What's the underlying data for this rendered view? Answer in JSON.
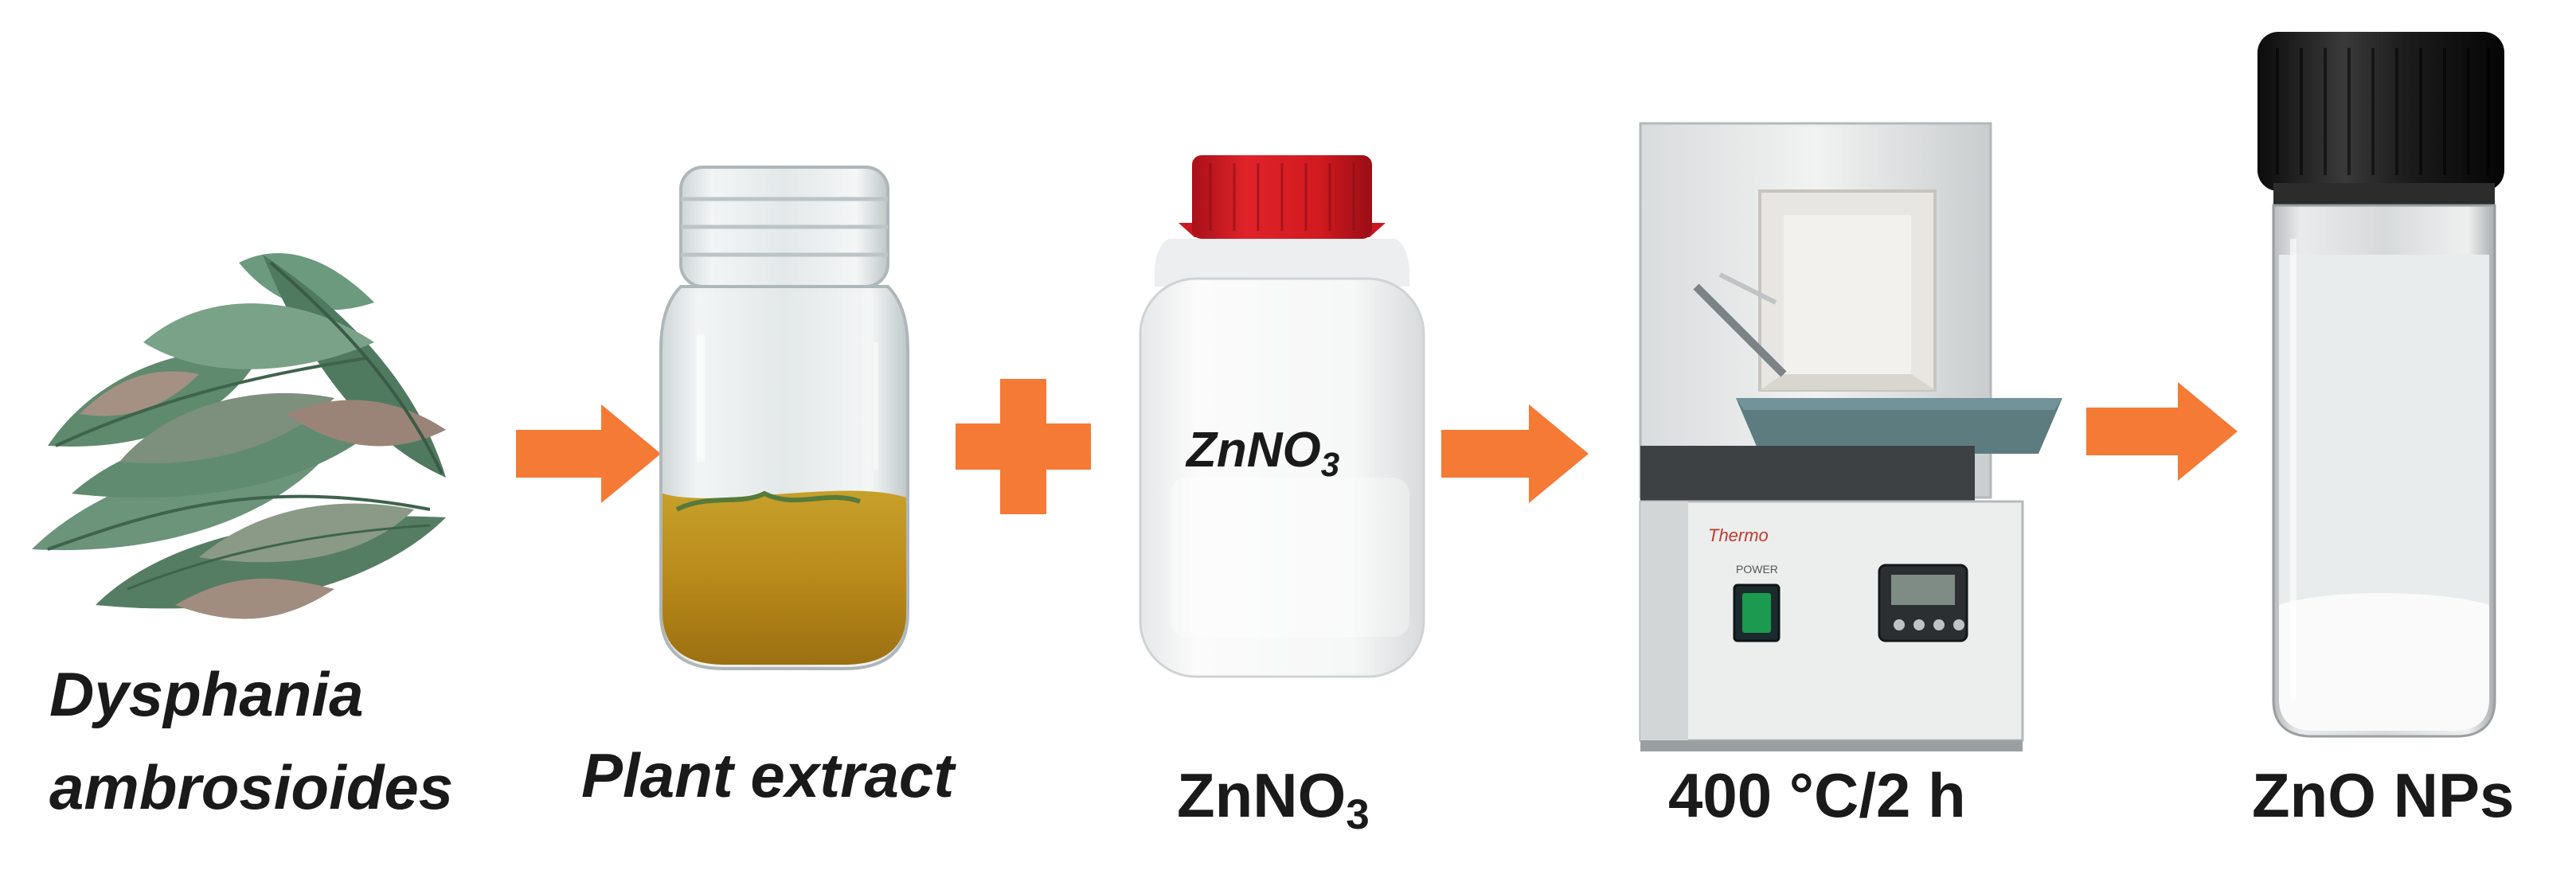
{
  "steps": [
    {
      "id": "plant",
      "caption_line1": "Dysphania",
      "caption_line2": "ambrosioides",
      "icon": "dried-leaves-illustration"
    },
    {
      "id": "extract",
      "caption": "Plant extract",
      "icon": "glass-jar-with-extract"
    },
    {
      "id": "zinc",
      "caption_main": "ZnNO",
      "caption_sub": "3",
      "bottle_label_main": "ZnNO",
      "bottle_label_sub": "3",
      "icon": "reagent-bottle-red-cap"
    },
    {
      "id": "furnace",
      "caption": "400 °C/2 h",
      "icon": "muffle-furnace",
      "brand_text": "Thermo",
      "switch_label": "POWER"
    },
    {
      "id": "product",
      "caption": "ZnO NPs",
      "icon": "vial-with-white-powder"
    }
  ],
  "connectors": [
    "arrow",
    "plus",
    "arrow",
    "arrow"
  ],
  "colors": {
    "accent": "#F47A35",
    "text": "#1a1a1a",
    "cap_red": "#D21A1F",
    "furnace_teal": "#5D7C80"
  }
}
